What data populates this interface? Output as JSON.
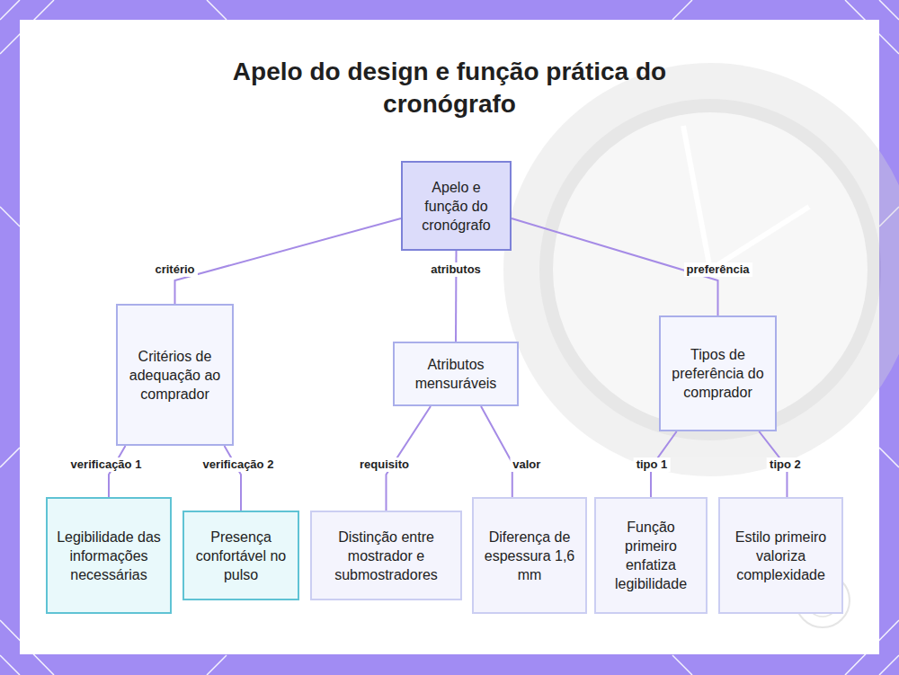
{
  "diagram": {
    "title": "Apelo do design e função prática do cronógrafo",
    "nodes": [
      {
        "text": [
          "Apelo e função do cronógrafo"
        ]
      },
      {
        "text": [
          "Critérios de adequação ao comprador"
        ]
      },
      {
        "text": [
          "Atributos mensuráveis"
        ]
      },
      {
        "text": [
          "Tipos de preferência do comprador"
        ]
      },
      {
        "text": [
          "Legibilidade das informações necessárias"
        ]
      },
      {
        "text": [
          "Presença confortável no pulso"
        ]
      },
      {
        "text": [
          "Distinção entre mostrador e submostradores"
        ]
      },
      {
        "text": [
          "Diferença de espessura 1,6 mm"
        ]
      },
      {
        "text": [
          "Função primeiro enfatiza legibilidade"
        ]
      },
      {
        "text": [
          "Estilo primeiro valoriza complexidade"
        ]
      }
    ],
    "edges": [
      {
        "from": 0,
        "to": 1,
        "label": "critério",
        "arrow": "none"
      },
      {
        "from": 0,
        "to": 2,
        "label": "atributos",
        "arrow": "none"
      },
      {
        "from": 0,
        "to": 3,
        "label": "preferência",
        "arrow": "none"
      },
      {
        "from": 1,
        "to": 4,
        "label": "verificação 1",
        "arrow": "none"
      },
      {
        "from": 1,
        "to": 5,
        "label": "verificação 2",
        "arrow": "none"
      },
      {
        "from": 2,
        "to": 6,
        "label": "requisito",
        "arrow": "none"
      },
      {
        "from": 2,
        "to": 7,
        "label": "valor",
        "arrow": "none"
      },
      {
        "from": 3,
        "to": 8,
        "label": "tipo 1",
        "arrow": "none"
      },
      {
        "from": 3,
        "to": 9,
        "label": "tipo 2",
        "arrow": "none"
      }
    ]
  }
}
